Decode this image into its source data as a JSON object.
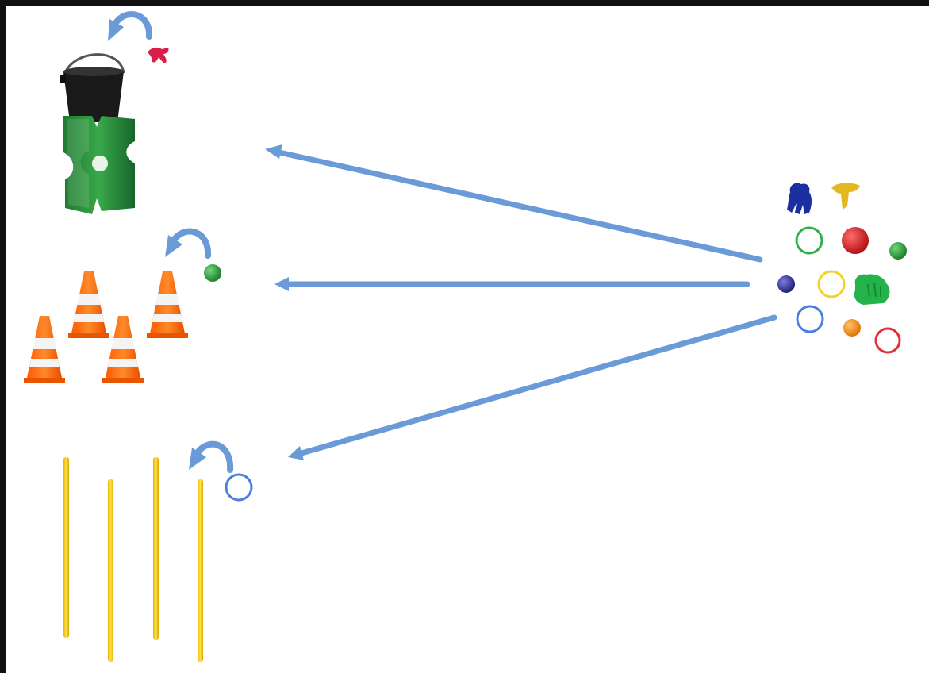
{
  "diagram": {
    "background": "#ffffff",
    "border_color": "#111111",
    "arrow_color": "#6699dd",
    "stations": [
      {
        "id": "bucket-on-block",
        "items": [
          "bucket-icon",
          "jump-block-icon"
        ],
        "color": "#2e8b3a"
      },
      {
        "id": "cones",
        "items": [
          "cone-icon"
        ],
        "color": "#ff6a13"
      },
      {
        "id": "poles",
        "items": [
          "pole-icon"
        ],
        "color": "#f5c518"
      }
    ],
    "pool_items": [
      {
        "icon": "rubber-hand-icon",
        "color": "#1a2fa0"
      },
      {
        "icon": "rubber-hand-icon",
        "color": "#e6b820"
      },
      {
        "icon": "ring-icon",
        "color": "#2eb14a"
      },
      {
        "icon": "ball-icon",
        "color": "#d0151c"
      },
      {
        "icon": "ball-icon",
        "color": "#2e9b3a"
      },
      {
        "icon": "ball-icon",
        "color": "#2b2a9a"
      },
      {
        "icon": "ring-icon",
        "color": "#f2d12a"
      },
      {
        "icon": "rubber-hand-icon",
        "color": "#23b34a"
      },
      {
        "icon": "ring-icon",
        "color": "#4a7fe0"
      },
      {
        "icon": "ball-icon",
        "color": "#f5901e"
      },
      {
        "icon": "ring-icon",
        "color": "#e0303a"
      }
    ],
    "placed_items": [
      {
        "station": "bucket-on-block",
        "icon": "rubber-hand-icon",
        "color": "#d81f4a"
      },
      {
        "station": "cones",
        "icon": "ball-icon",
        "color": "#2e9b3a"
      },
      {
        "station": "poles",
        "icon": "ring-icon",
        "color": "#4a7fe0"
      }
    ]
  }
}
